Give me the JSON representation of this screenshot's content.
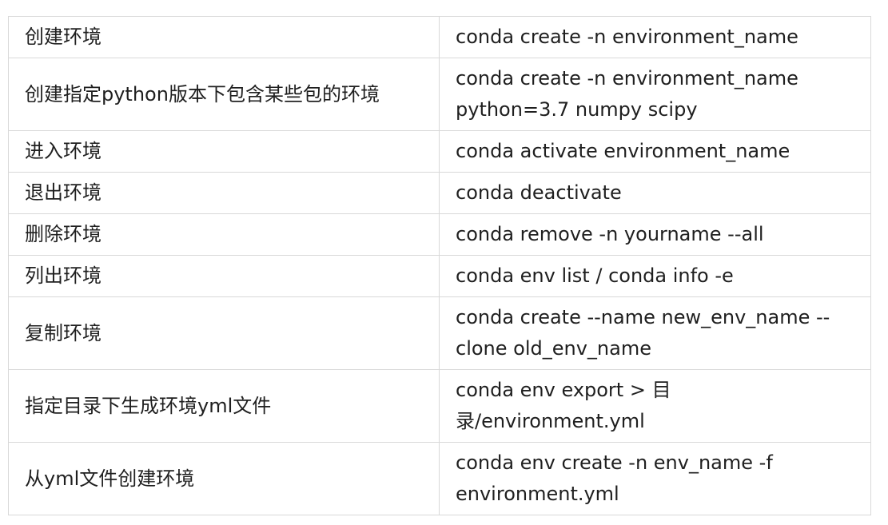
{
  "table": {
    "rows": [
      {
        "desc": "创建环境",
        "cmd": "conda create -n environment_name"
      },
      {
        "desc": "创建指定python版本下包含某些包的环境",
        "cmd": "conda create -n environment_name python=3.7 numpy scipy"
      },
      {
        "desc": "进入环境",
        "cmd": "conda activate environment_name"
      },
      {
        "desc": "退出环境",
        "cmd": "conda deactivate"
      },
      {
        "desc": "删除环境",
        "cmd": "conda remove -n yourname --all"
      },
      {
        "desc": "列出环境",
        "cmd": "conda env list / conda info -e"
      },
      {
        "desc": "复制环境",
        "cmd": "conda create --name new_env_name --clone old_env_name"
      },
      {
        "desc": "指定目录下生成环境yml文件",
        "cmd": "conda env export > 目录/environment.yml"
      },
      {
        "desc": "从yml文件创建环境",
        "cmd": "conda env create -n env_name -f environment.yml"
      }
    ]
  }
}
